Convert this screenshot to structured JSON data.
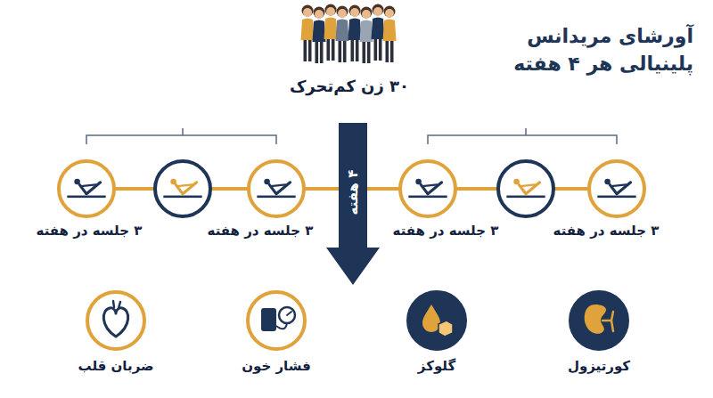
{
  "diagram": {
    "title": "آورشای مریدانس پلینیالی هر ۴ هفته",
    "nodes": [
      {
        "text": [
          "۳۰ زن کم‌تحرک"
        ]
      },
      {
        "text": [
          "۴ هفته"
        ]
      },
      {
        "text": [
          "کورتیزول"
        ]
      },
      {
        "text": [
          "گلوکز"
        ]
      },
      {
        "text": [
          "فشار خون"
        ]
      },
      {
        "text": [
          "ضربان قلب"
        ]
      }
    ],
    "labels": [
      "۳ جلسه در هفته",
      "۳ جلسه در هفته",
      "۳ جلسه در هفته",
      "۳ جلسه در هفته"
    ]
  }
}
